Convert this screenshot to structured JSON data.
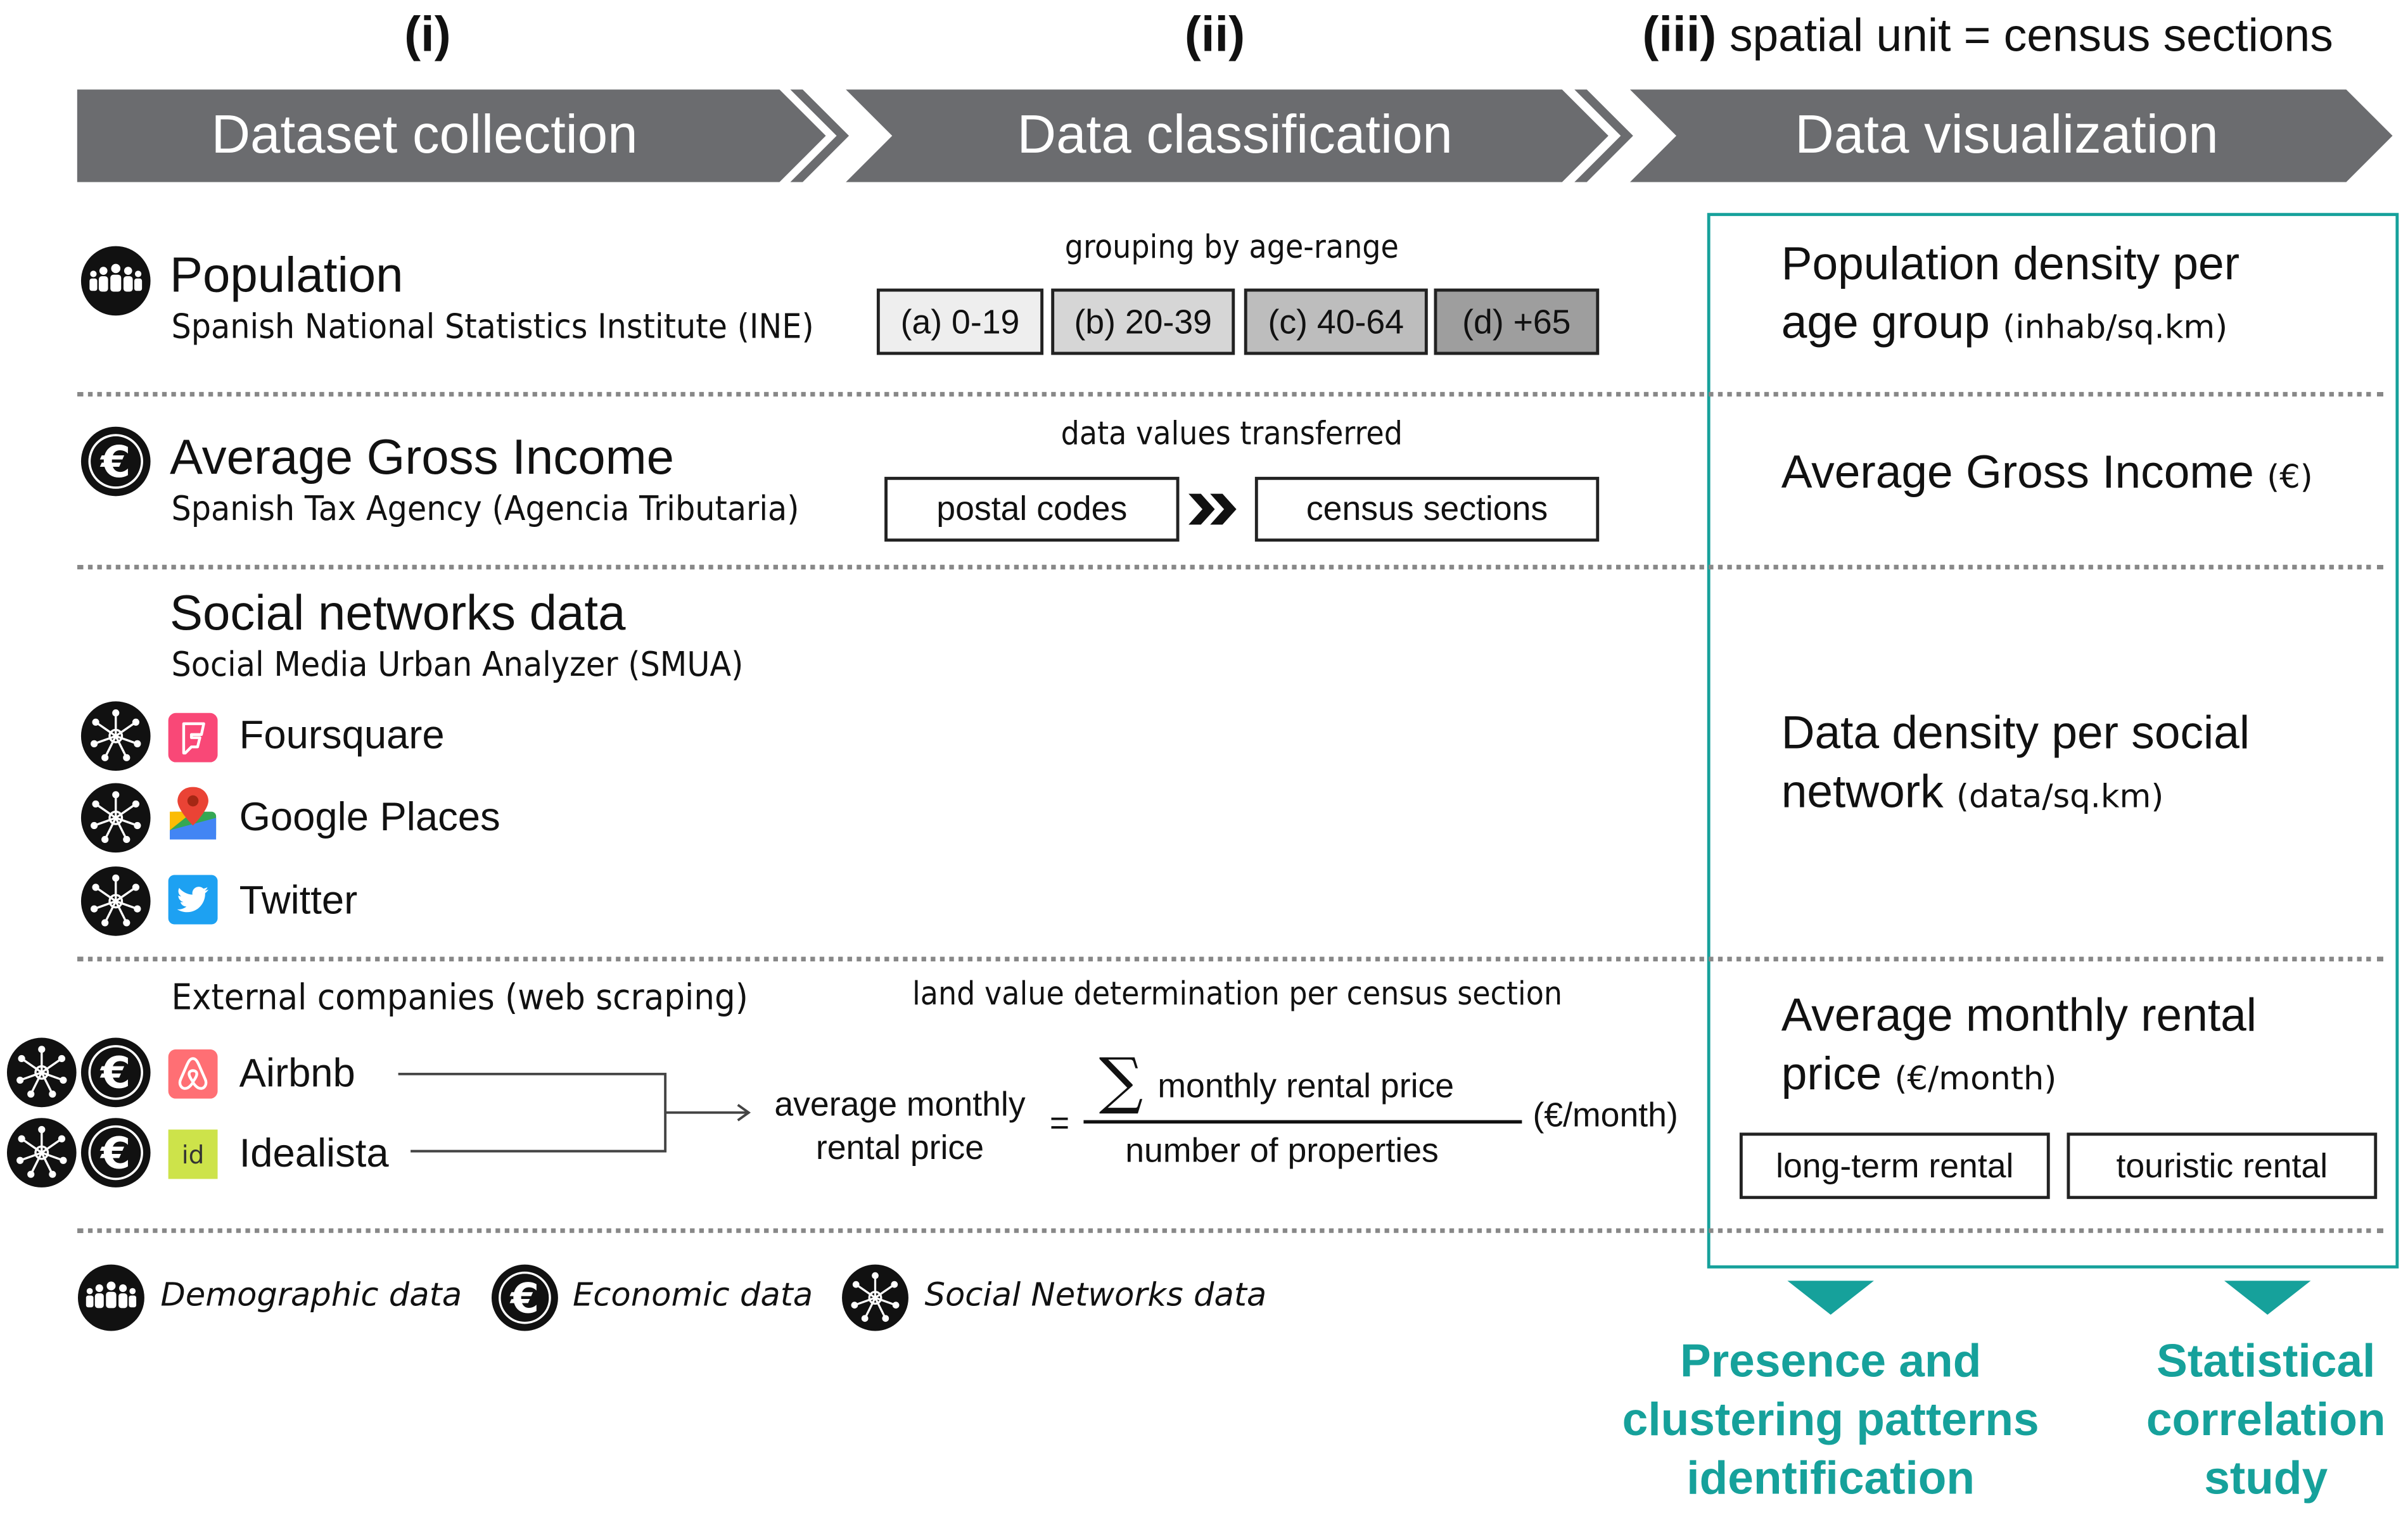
{
  "phases": [
    {
      "num": "(i)",
      "title": "Dataset collection"
    },
    {
      "num": "(ii)",
      "title": "Data classification"
    },
    {
      "num": "(iii)",
      "title": "Data visualization",
      "note": "spatial unit = census sections"
    }
  ],
  "population": {
    "title": "Population",
    "source": "Spanish National Statistics Institute (INE)",
    "caption": "grouping by age-range",
    "groups": [
      "(a) 0-19",
      "(b) 20-39",
      "(c) 40-64",
      "(d) +65"
    ],
    "vis_title_1": "Population density per",
    "vis_title_2": "age group",
    "vis_unit": "(inhab/sq.km)"
  },
  "income": {
    "title": "Average Gross Income",
    "source": "Spanish Tax Agency (Agencia Tributaria)",
    "caption": "data values transferred",
    "from": "postal codes",
    "to": "census sections",
    "vis_title": "Average Gross Income",
    "vis_unit": "(€)"
  },
  "social": {
    "title": "Social networks data",
    "source": "Social Media Urban Analyzer (SMUA)",
    "networks": [
      "Foursquare",
      "Google Places",
      "Twitter"
    ],
    "vis_title_1": "Data density per social",
    "vis_title_2": "network",
    "vis_unit": "(data/sq.km)"
  },
  "rental": {
    "source": "External companies (web scraping)",
    "caption": "land value determination per census section",
    "companies": [
      "Airbnb",
      "Idealista"
    ],
    "lhs_1": "average monthly",
    "lhs_2": "rental price",
    "equals": "=",
    "sigma": "∑",
    "numerator": "monthly rental price",
    "denominator": "number of properties",
    "unit": "(€/month)",
    "vis_title_1": "Average monthly rental",
    "vis_title_2": "price",
    "vis_unit": "(€/month)",
    "types": [
      "long-term rental",
      "touristic rental"
    ]
  },
  "legend": [
    "Demographic data",
    "Economic data",
    "Social Networks data"
  ],
  "outcomes": [
    [
      "Presence and",
      "clustering patterns",
      "identification"
    ],
    [
      "Statistical",
      "correlation",
      "study"
    ]
  ],
  "colors": {
    "chevron": "#6b6c6f",
    "teal": "#16a19b",
    "age_fills": [
      "#eeeeee",
      "#d6d6d6",
      "#bdbdbd",
      "#9e9e9e"
    ],
    "foursquare": "#f94877",
    "twitter": "#1da1f2",
    "airbnb": "#ff5a5f",
    "idealista": "#cde34a"
  },
  "icons": [
    "people-icon",
    "euro-icon",
    "network-icon",
    "foursquare-icon",
    "google-places-icon",
    "twitter-icon",
    "airbnb-icon",
    "idealista-icon"
  ]
}
